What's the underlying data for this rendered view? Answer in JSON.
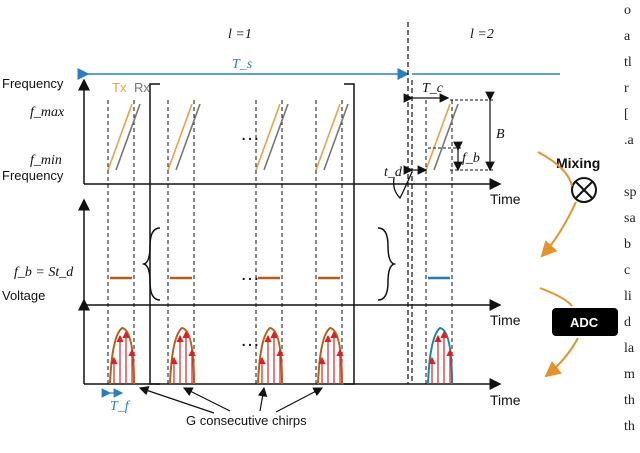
{
  "labels": {
    "l1": "l =1",
    "l2": "l =2",
    "ts": "T_s",
    "tc": "T_c",
    "td": "t_d",
    "tf": "T_f",
    "b": "B",
    "fb": "f_b",
    "fb_eq": "f_b = St_d",
    "fmax": "f_max",
    "fmin": "f_min",
    "tx": "Tx",
    "rx": "Rx",
    "dots": "…",
    "mixing": "Mixing",
    "adc": "ADC",
    "consecutive": "G consecutive chirps"
  },
  "axes": {
    "frequency_top": "Frequency",
    "frequency_mid": "Frequency",
    "voltage": "Voltage",
    "time": "Time"
  },
  "side_text": [
    "o",
    "a",
    "tl",
    "r",
    "[",
    ".a",
    "",
    "sp",
    "sa",
    "b",
    "c",
    "li",
    "d",
    "la",
    "m",
    "th",
    "th"
  ],
  "colors": {
    "tx": "#f0a040",
    "rx": "#777777",
    "beat": "#b85c1a",
    "beat_l2": "#1f7fa8",
    "ts_arrow": "#2a7fc0",
    "sample": "#e02020",
    "mixing_arrow": "#e8902a",
    "adc_bg": "#000000"
  }
}
